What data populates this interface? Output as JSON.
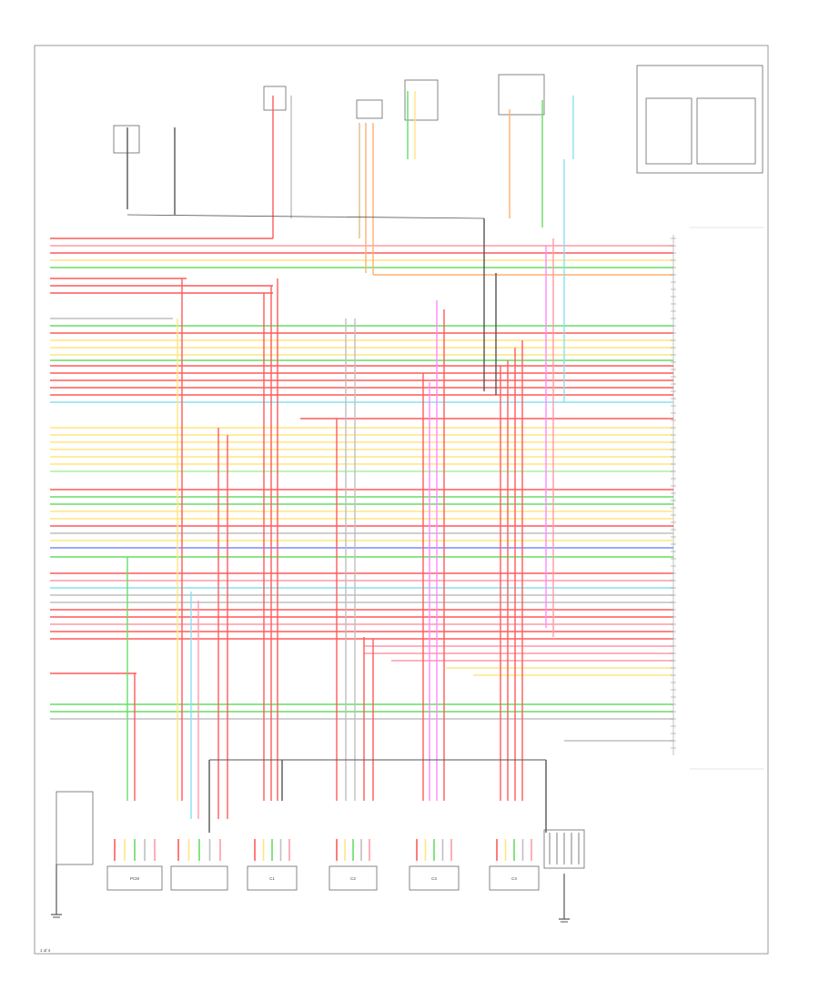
{
  "colors": {
    "red": "#ff5a5a",
    "pink": "#ff9aa8",
    "orange": "#ffb070",
    "yellow": "#ffe680",
    "green": "#66dd66",
    "lightgreen": "#a8f0a0",
    "cyan": "#88e0f0",
    "blue": "#7a8cff",
    "violet": "#ff88ff",
    "gray": "#bfbfbf",
    "tan": "#d9c08a",
    "dark": "#555555"
  },
  "sheet": {
    "page_label": "1 of 4"
  },
  "connectors": {
    "bottom_boxes": [
      {
        "label": "PCM"
      },
      {
        "label": ""
      },
      {
        "label": "C1"
      },
      {
        "label": "C2"
      },
      {
        "label": "C3"
      },
      {
        "label": "C4"
      }
    ]
  }
}
